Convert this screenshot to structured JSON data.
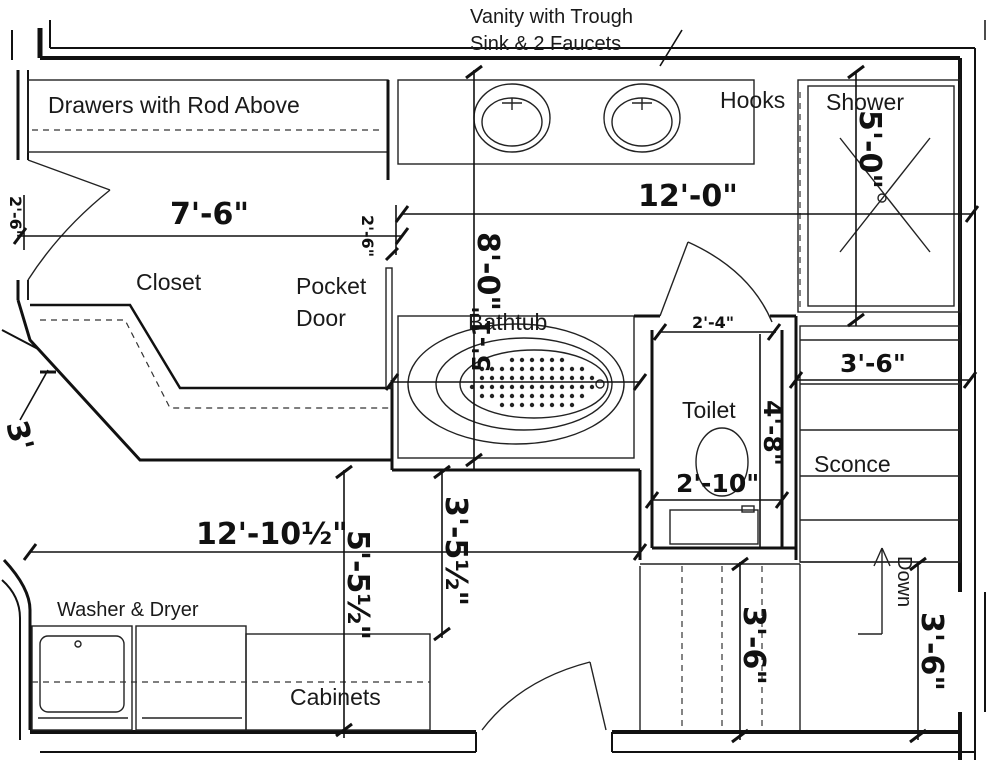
{
  "labels": {
    "vanity_line1": "Vanity with Trough",
    "vanity_line2": "Sink & 2 Faucets",
    "drawers": "Drawers with Rod Above",
    "hooks": "Hooks",
    "shower": "Shower",
    "closet": "Closet",
    "pocket_door_1": "Pocket",
    "pocket_door_2": "Door",
    "bathtub": "Bathtub",
    "toilet": "Toilet",
    "sconce": "Sconce",
    "washer_dryer": "Washer & Dryer",
    "cabinets": "Cabinets",
    "down": "Down"
  },
  "dimensions": {
    "closet_width": "7'-6\"",
    "closet_door_left": "2'-6\"",
    "closet_door_right": "2'-6\"",
    "bath_length": "12'-0\"",
    "vanity_depth": "8'-0\"",
    "shower_size": "5'-0\"",
    "tub_size": "5'-1\"",
    "toilet_door": "2'-4\"",
    "toilet_width": "2'-10\"",
    "toilet_depth": "4'-8\"",
    "stair_width_top": "3'-6\"",
    "laundry_width": "12'-10½\"",
    "hall_depth_a": "5'-5½\"",
    "hall_depth_b": "3'-5½\"",
    "stair_lower_a": "3'-6\"",
    "stair_lower_b": "3'-6\"",
    "angled_wall": "3'"
  },
  "colors": {
    "line": "#111111",
    "background": "#ffffff"
  }
}
